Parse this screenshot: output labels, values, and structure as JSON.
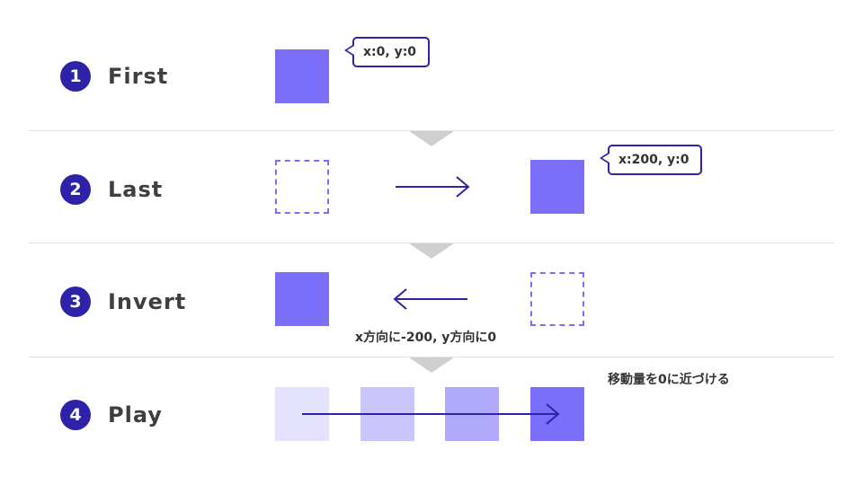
{
  "steps": [
    {
      "number": "1",
      "label": "First"
    },
    {
      "number": "2",
      "label": "Last"
    },
    {
      "number": "3",
      "label": "Invert"
    },
    {
      "number": "4",
      "label": "Play"
    }
  ],
  "bubbles": {
    "first": "x:0, y:0",
    "last": "x:200, y:0"
  },
  "notes": {
    "invert": "x方向に-200, y方向に0",
    "play": "移動量を0に近づける"
  },
  "play_opacities": [
    0.2,
    0.4,
    0.6,
    1.0
  ],
  "colors": {
    "accent": "#2e22a8",
    "square": "#7b6ef8",
    "divider_arrow": "#cfcfcf",
    "text": "#3f3f3f"
  }
}
